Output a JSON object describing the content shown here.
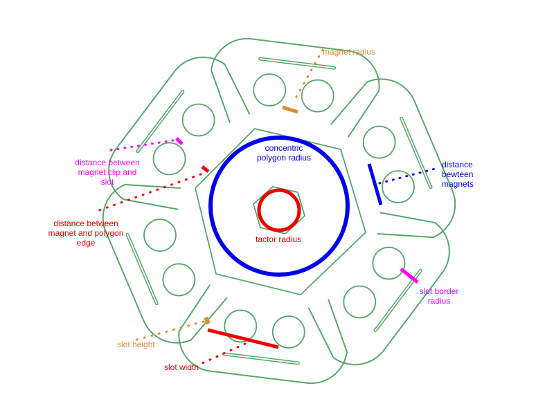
{
  "colors": {
    "outline": "#55a868",
    "magnet_radius": "#e08a2c",
    "slot_height": "#e08a2c",
    "slot_border_radius": "#ff00ff",
    "clip_distance": "#ff00ff",
    "magnet_distance": "#0000ee",
    "polygon_radius": "#0000ee",
    "tactor_radius": "#ee0000",
    "edge_distance": "#ee0000",
    "slot_width": "#ee0000"
  },
  "labels": {
    "magnet_radius": "magnet radius",
    "concentric_polygon_radius": "concentric\npolygon radius",
    "distance_between_magnets": "distance\nbewteen\nmagnets",
    "distance_between_clip_and_slot": "distance between\nmagnet clip and\nslot",
    "distance_between_magnet_and_edge": "distance between\nmagnet and polygon\nedge",
    "tactor_radius": "tactor radius",
    "slot_border_radius": "slot border\nradius",
    "slot_height": "slot height",
    "slot_width": "slot width"
  }
}
